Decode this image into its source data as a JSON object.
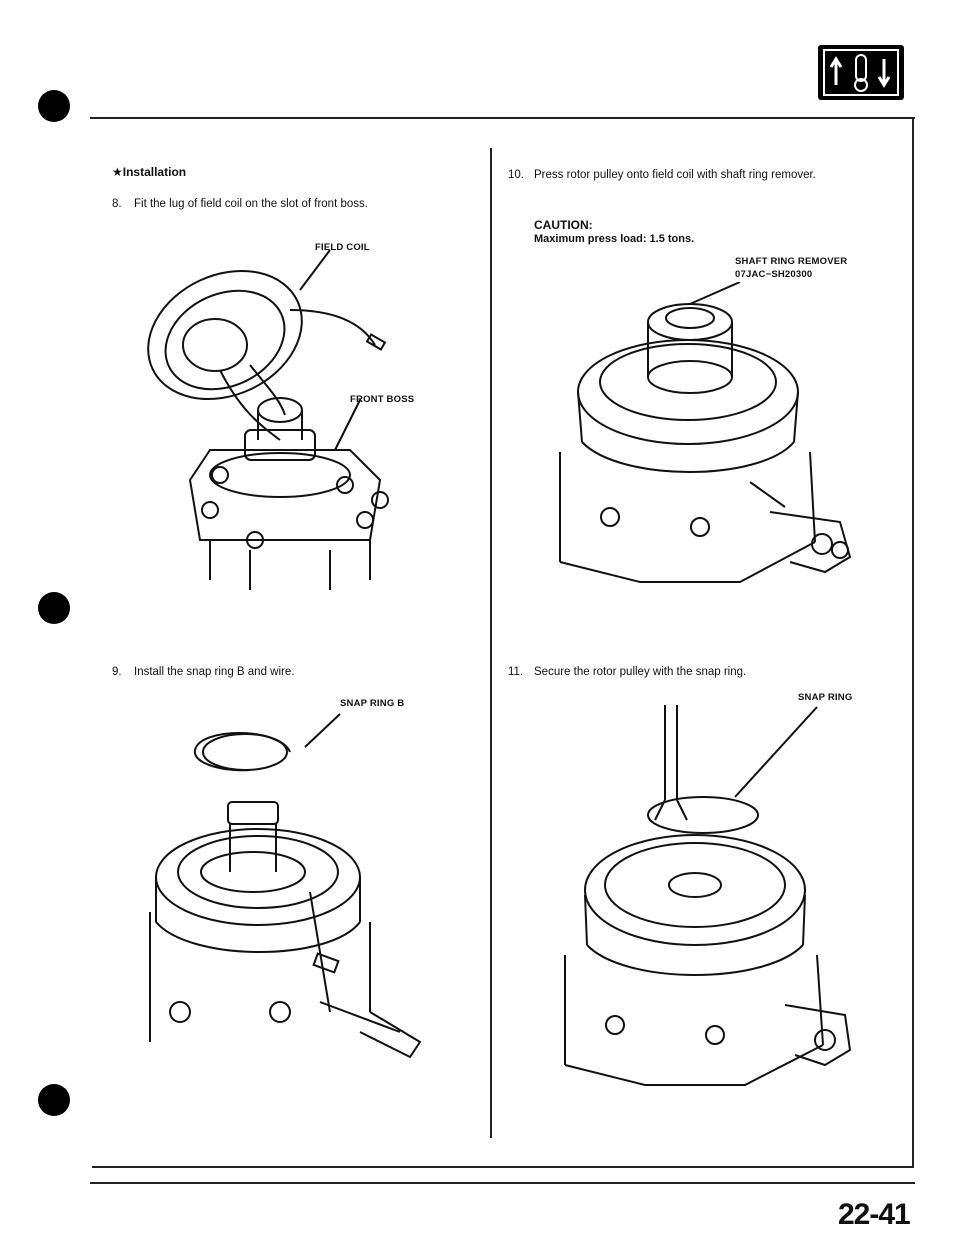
{
  "section": {
    "tab_icon": "ac-thermometer-arrows-icon",
    "heading": "★Installation"
  },
  "steps": [
    {
      "number": "8.",
      "text": "Fit the lug of field coil on the slot of front boss."
    },
    {
      "number": "9.",
      "text": "Install the snap ring B and wire."
    },
    {
      "number": "10.",
      "text": "Press rotor pulley onto field coil with shaft ring remover."
    },
    {
      "number": "11.",
      "text": "Secure the rotor pulley with the snap ring."
    }
  ],
  "caution": {
    "title": "CAUTION:",
    "body": "Maximum press load: 1.5 tons."
  },
  "callouts": {
    "field_coil": "FIELD COIL",
    "front_boss": "FRONT BOSS",
    "snap_ring_b": "SNAP RING B",
    "shaft_ring_remover": "SHAFT RING REMOVER",
    "tool_number": "07JAC−SH20300",
    "snap_ring": "SNAP RING"
  },
  "page_number": "22-41"
}
